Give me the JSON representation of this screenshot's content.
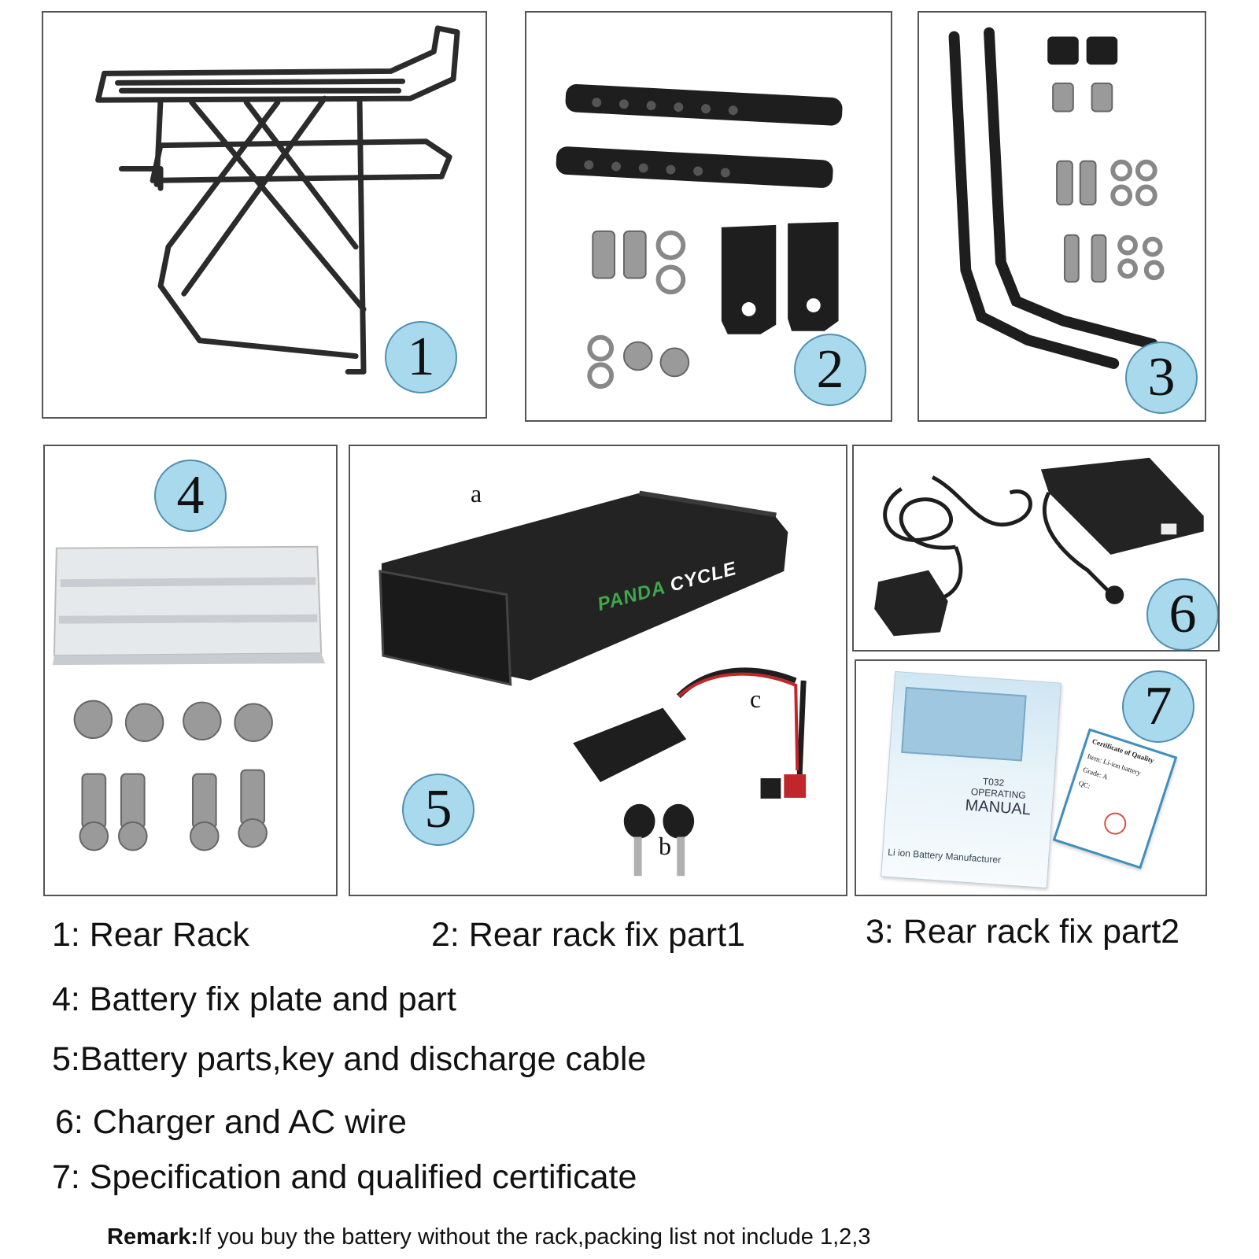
{
  "panels": [
    {
      "number": "1"
    },
    {
      "number": "2"
    },
    {
      "number": "3"
    },
    {
      "number": "4"
    },
    {
      "number": "5",
      "labels": {
        "a": "a",
        "b": "b",
        "c": "c"
      },
      "brand": {
        "word1": "PANDA",
        "word2": "CYCLE"
      }
    },
    {
      "number": "6"
    },
    {
      "number": "7",
      "manual": {
        "code": "T032",
        "line1": "OPERATING",
        "line2": "MANUAL",
        "footer": "Li ion Battery Manufacturer"
      },
      "certificate": {
        "title": "Certificate of Quality",
        "item": "Item: Li-ion battery",
        "grade": "Grade:",
        "grade_value": "A",
        "qc": "QC:"
      }
    }
  ],
  "captions": [
    "1: Rear Rack",
    "2: Rear rack fix part1",
    "3: Rear rack fix part2",
    "4: Battery fix plate and part",
    "5:Battery parts,key and discharge cable",
    "6: Charger and AC wire",
    "7: Specification and qualified certificate"
  ],
  "remark": {
    "label": "Remark:",
    "text": "If you buy the battery without the rack,packing list not include 1,2,3"
  },
  "colors": {
    "badge": "#a9d9ec",
    "brand_green": "#3ea84a",
    "frame": "#555555"
  }
}
